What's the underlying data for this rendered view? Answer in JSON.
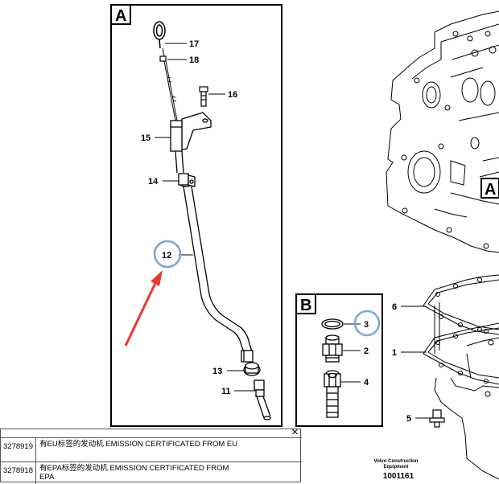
{
  "panels": {
    "a_label": "A",
    "b_label": "B",
    "engine_view_label": "A"
  },
  "callouts": {
    "p17": "17",
    "p18": "18",
    "p16": "16",
    "p15": "15",
    "p14": "14",
    "p12": "12",
    "p13": "13",
    "p11": "11",
    "p3": "3",
    "p2": "2",
    "p4": "4",
    "p6": "6",
    "p1": "1",
    "p5": "5"
  },
  "caption": {
    "line1": "Volvo Construction",
    "line2": "Equipment",
    "code": "1001161"
  },
  "legend": {
    "close": "✕",
    "rows": [
      {
        "part": "3278919",
        "desc": "有EU标签的发动机 EMISSION CERTIFICATED FROM EU"
      },
      {
        "part": "3278918",
        "desc": "有EPA标签的发动机 EMISSION CERTIFICATED FROM EPA"
      }
    ]
  },
  "colors": {
    "highlight_circle": "#7aa7d6",
    "arrow": "#e8392f"
  }
}
